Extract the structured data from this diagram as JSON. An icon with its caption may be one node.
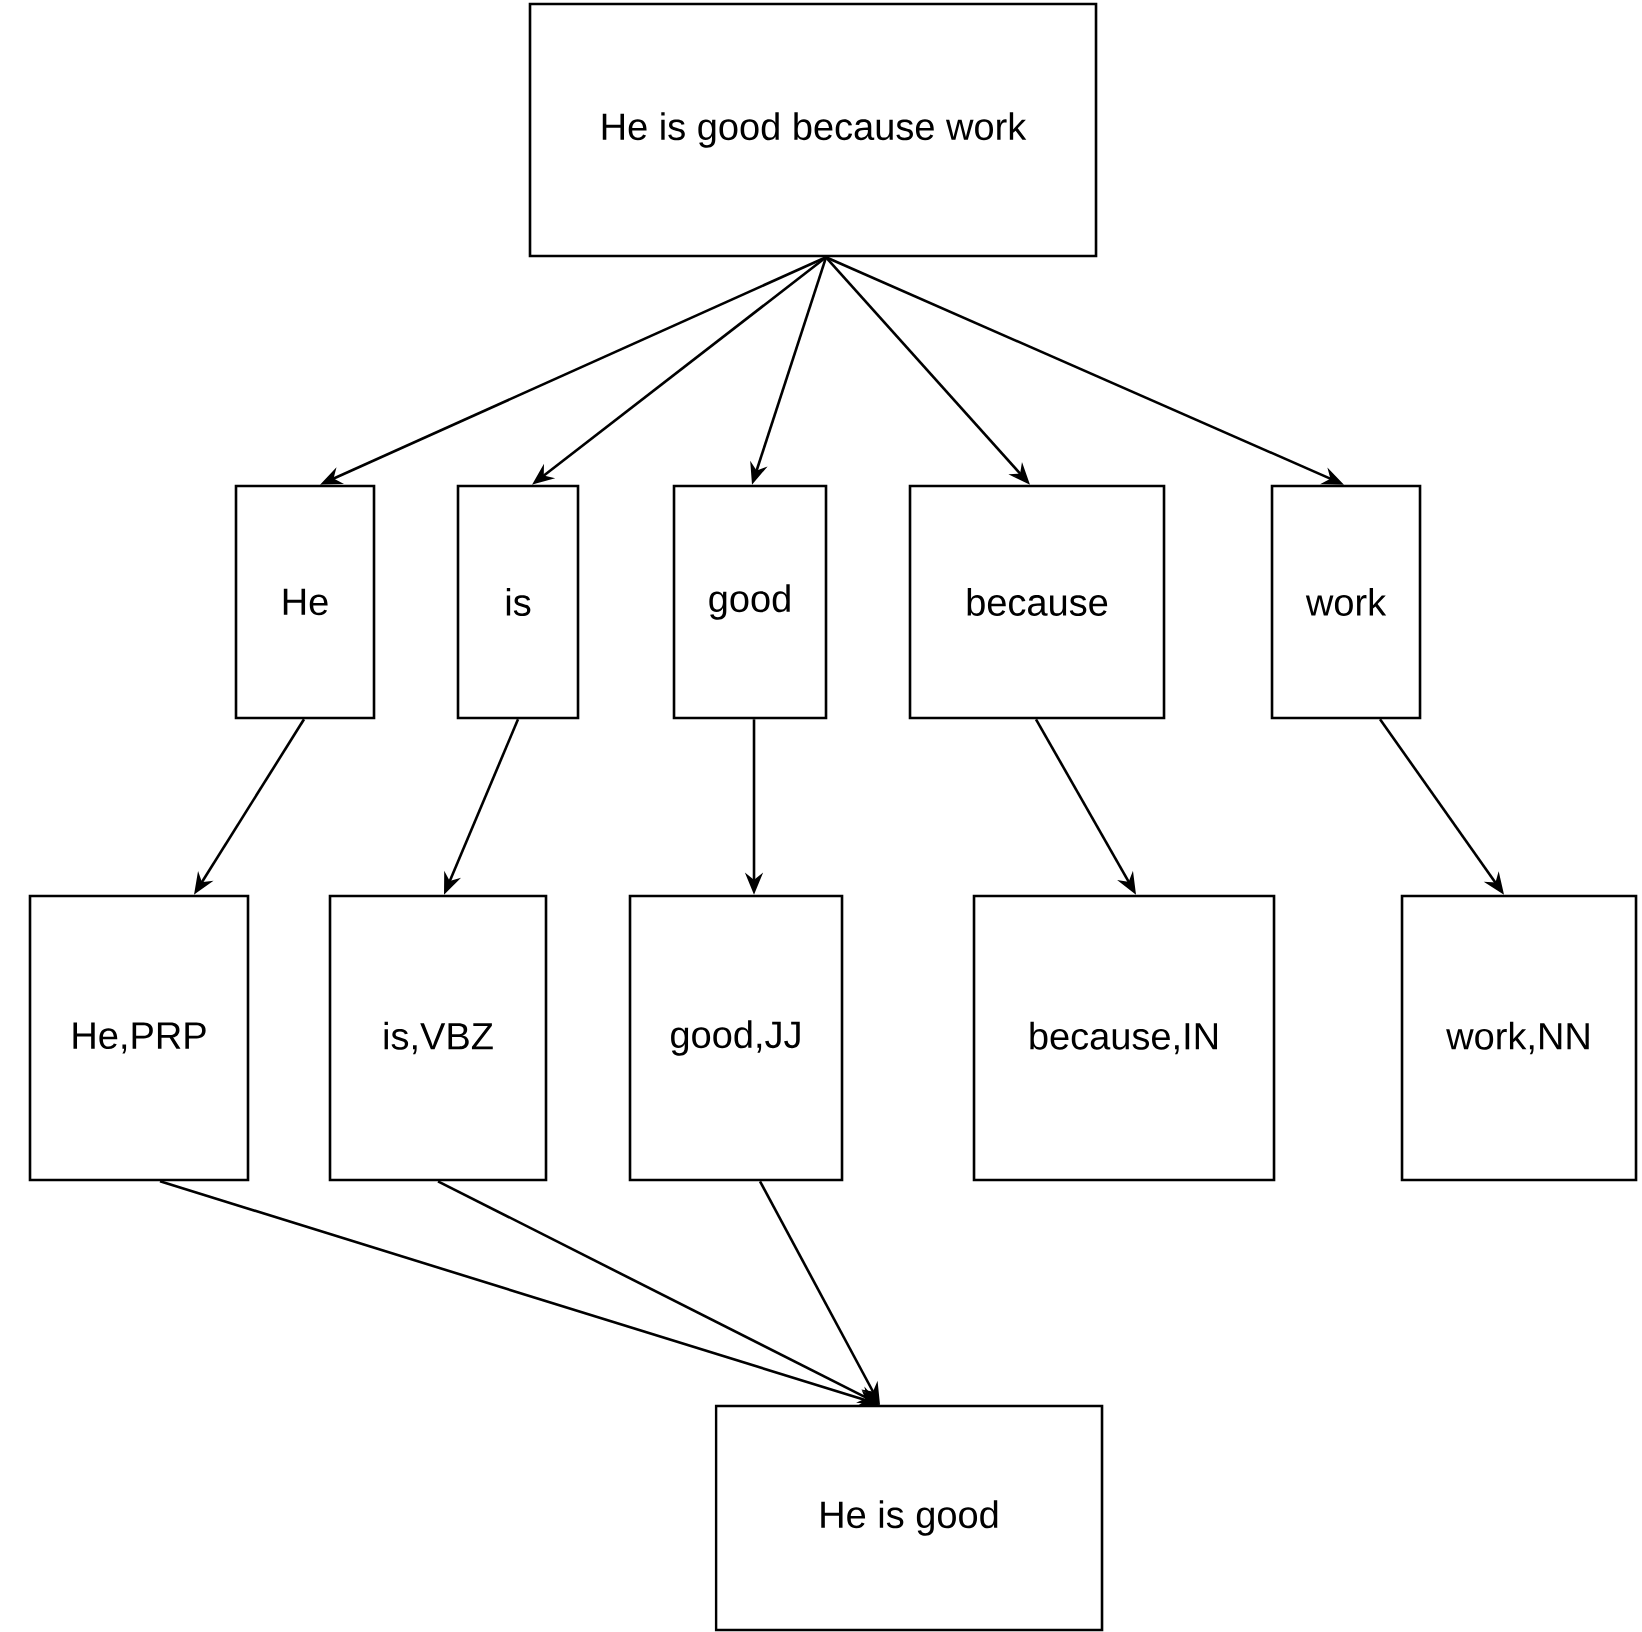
{
  "diagram": {
    "nodes": [
      {
        "text": [
          "He is good because work"
        ]
      },
      {
        "text": [
          "He"
        ]
      },
      {
        "text": [
          "is"
        ]
      },
      {
        "text": [
          "good"
        ]
      },
      {
        "text": [
          "because"
        ]
      },
      {
        "text": [
          "work"
        ]
      },
      {
        "text": [
          "He,PRP"
        ]
      },
      {
        "text": [
          "is,VBZ"
        ]
      },
      {
        "text": [
          "good,JJ"
        ]
      },
      {
        "text": [
          "because,IN"
        ]
      },
      {
        "text": [
          "work,NN"
        ]
      },
      {
        "text": [
          "He is good"
        ]
      }
    ],
    "edges": [
      {
        "from": 0,
        "to": 1,
        "arrow": "to"
      },
      {
        "from": 0,
        "to": 2,
        "arrow": "to"
      },
      {
        "from": 0,
        "to": 3,
        "arrow": "to"
      },
      {
        "from": 0,
        "to": 4,
        "arrow": "to"
      },
      {
        "from": 0,
        "to": 5,
        "arrow": "to"
      },
      {
        "from": 1,
        "to": 6,
        "arrow": "to"
      },
      {
        "from": 2,
        "to": 7,
        "arrow": "to"
      },
      {
        "from": 3,
        "to": 8,
        "arrow": "to"
      },
      {
        "from": 4,
        "to": 9,
        "arrow": "to"
      },
      {
        "from": 5,
        "to": 10,
        "arrow": "to"
      },
      {
        "from": 6,
        "to": 11,
        "arrow": "to"
      },
      {
        "from": 7,
        "to": 11,
        "arrow": "to"
      },
      {
        "from": 8,
        "to": 11,
        "arrow": "to"
      }
    ]
  }
}
